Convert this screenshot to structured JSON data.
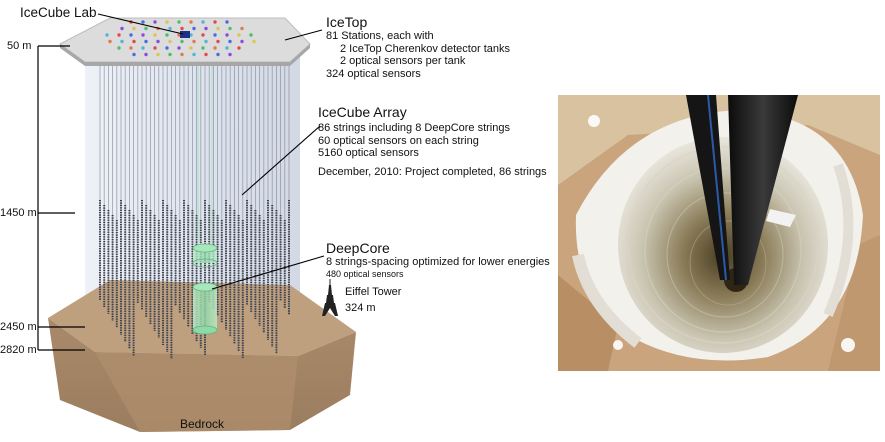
{
  "title": "IceCube Lab",
  "depths": [
    "50 m",
    "1450 m",
    "2450 m",
    "2820 m"
  ],
  "icetop": {
    "heading": "IceTop",
    "lines": [
      "81 Stations, each with",
      "2 IceTop Cherenkov detector tanks",
      "2 optical sensors per tank",
      "324 optical sensors"
    ]
  },
  "array": {
    "heading": "IceCube Array",
    "lines": [
      "86 strings including 8 DeepCore strings",
      "60 optical sensors on each string",
      "5160 optical sensors"
    ],
    "note": "December, 2010: Project completed, 86 strings"
  },
  "deepcore": {
    "heading": "DeepCore",
    "line1": "8 strings-spacing optimized for lower energies",
    "line2": "480 optical sensors"
  },
  "eiffel": {
    "name": "Eiffel Tower",
    "height": "324 m"
  },
  "bedrock": "Bedrock",
  "colors": {
    "ice": "#c9d2e0",
    "bedrock": "#b99a78",
    "deepcore": "#8fd8a8",
    "string": "#3c3f4a"
  }
}
